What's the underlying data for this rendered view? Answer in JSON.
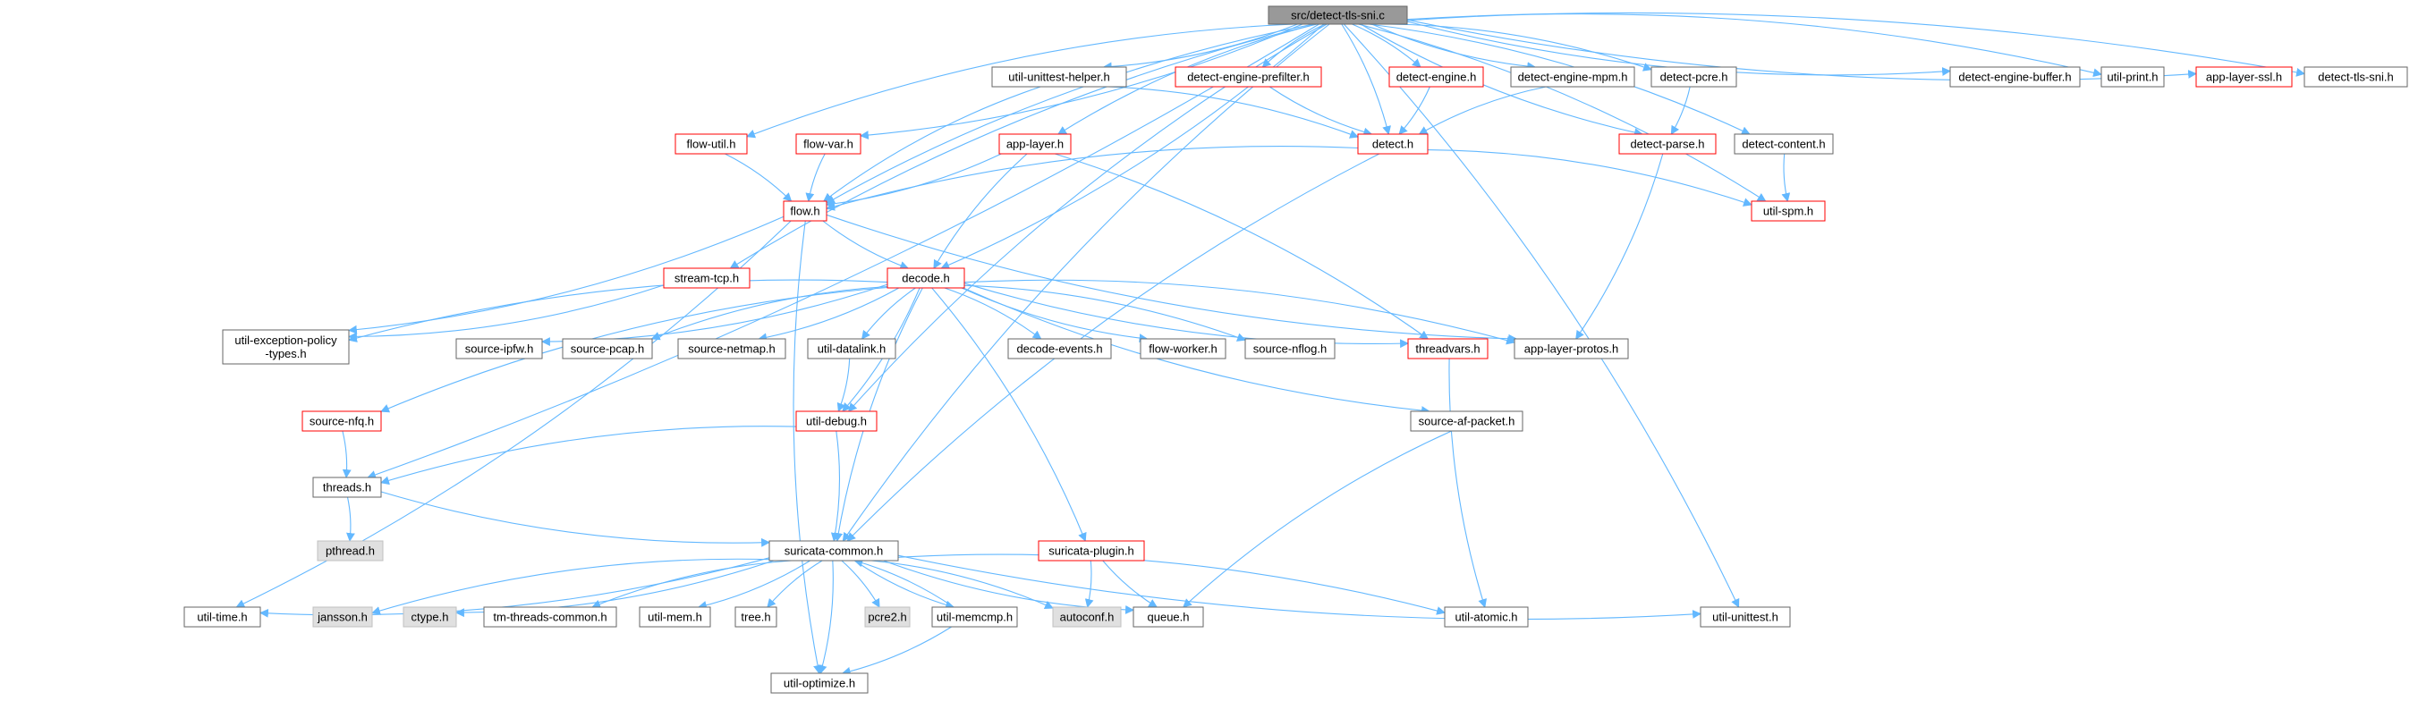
{
  "graph": {
    "root": "src/detect-tls-sni.c",
    "nodes": [
      {
        "id": "root",
        "label": "src/detect-tls-sni.c",
        "style": "root"
      },
      {
        "id": "unittest_helper",
        "label": "util-unittest-helper.h",
        "style": "normal"
      },
      {
        "id": "prefilter",
        "label": "detect-engine-prefilter.h",
        "style": "red"
      },
      {
        "id": "engine",
        "label": "detect-engine.h",
        "style": "red"
      },
      {
        "id": "mpm",
        "label": "detect-engine-mpm.h",
        "style": "normal"
      },
      {
        "id": "pcre",
        "label": "detect-pcre.h",
        "style": "normal"
      },
      {
        "id": "buffer",
        "label": "detect-engine-buffer.h",
        "style": "normal"
      },
      {
        "id": "print",
        "label": "util-print.h",
        "style": "normal"
      },
      {
        "id": "ssl",
        "label": "app-layer-ssl.h",
        "style": "red"
      },
      {
        "id": "tlssni",
        "label": "detect-tls-sni.h",
        "style": "normal"
      },
      {
        "id": "flowutil",
        "label": "flow-util.h",
        "style": "red"
      },
      {
        "id": "flowvar",
        "label": "flow-var.h",
        "style": "red"
      },
      {
        "id": "applayer",
        "label": "app-layer.h",
        "style": "red"
      },
      {
        "id": "detect",
        "label": "detect.h",
        "style": "red"
      },
      {
        "id": "parse",
        "label": "detect-parse.h",
        "style": "red"
      },
      {
        "id": "content",
        "label": "detect-content.h",
        "style": "normal"
      },
      {
        "id": "flow",
        "label": "flow.h",
        "style": "red"
      },
      {
        "id": "spm",
        "label": "util-spm.h",
        "style": "red"
      },
      {
        "id": "streamtcp",
        "label": "stream-tcp.h",
        "style": "red"
      },
      {
        "id": "decode",
        "label": "decode.h",
        "style": "red"
      },
      {
        "id": "exc",
        "label": "util-exception-policy\n-types.h",
        "style": "normal"
      },
      {
        "id": "ipfw",
        "label": "source-ipfw.h",
        "style": "normal"
      },
      {
        "id": "pcap",
        "label": "source-pcap.h",
        "style": "normal"
      },
      {
        "id": "netmap",
        "label": "source-netmap.h",
        "style": "normal"
      },
      {
        "id": "datalink",
        "label": "util-datalink.h",
        "style": "normal"
      },
      {
        "id": "events",
        "label": "decode-events.h",
        "style": "normal"
      },
      {
        "id": "worker",
        "label": "flow-worker.h",
        "style": "normal"
      },
      {
        "id": "nflog",
        "label": "source-nflog.h",
        "style": "normal"
      },
      {
        "id": "threadvars",
        "label": "threadvars.h",
        "style": "red"
      },
      {
        "id": "protos",
        "label": "app-layer-protos.h",
        "style": "normal"
      },
      {
        "id": "nfq",
        "label": "source-nfq.h",
        "style": "red"
      },
      {
        "id": "debug",
        "label": "util-debug.h",
        "style": "red"
      },
      {
        "id": "afpacket",
        "label": "source-af-packet.h",
        "style": "normal"
      },
      {
        "id": "threads",
        "label": "threads.h",
        "style": "normal"
      },
      {
        "id": "pthread",
        "label": "pthread.h",
        "style": "gray"
      },
      {
        "id": "common",
        "label": "suricata-common.h",
        "style": "normal"
      },
      {
        "id": "plugin",
        "label": "suricata-plugin.h",
        "style": "red"
      },
      {
        "id": "utime",
        "label": "util-time.h",
        "style": "normal"
      },
      {
        "id": "jansson",
        "label": "jansson.h",
        "style": "gray"
      },
      {
        "id": "ctype",
        "label": "ctype.h",
        "style": "gray"
      },
      {
        "id": "tmthreads",
        "label": "tm-threads-common.h",
        "style": "normal"
      },
      {
        "id": "umem",
        "label": "util-mem.h",
        "style": "normal"
      },
      {
        "id": "tree",
        "label": "tree.h",
        "style": "normal"
      },
      {
        "id": "pcre2",
        "label": "pcre2.h",
        "style": "gray"
      },
      {
        "id": "memcmp",
        "label": "util-memcmp.h",
        "style": "normal"
      },
      {
        "id": "autoconf",
        "label": "autoconf.h",
        "style": "gray"
      },
      {
        "id": "queue",
        "label": "queue.h",
        "style": "normal"
      },
      {
        "id": "atomic",
        "label": "util-atomic.h",
        "style": "normal"
      },
      {
        "id": "unittest",
        "label": "util-unittest.h",
        "style": "normal"
      },
      {
        "id": "optimize",
        "label": "util-optimize.h",
        "style": "normal"
      }
    ],
    "edges": [
      [
        "root",
        "unittest_helper"
      ],
      [
        "root",
        "prefilter"
      ],
      [
        "root",
        "engine"
      ],
      [
        "root",
        "mpm"
      ],
      [
        "root",
        "pcre"
      ],
      [
        "root",
        "buffer"
      ],
      [
        "root",
        "print"
      ],
      [
        "root",
        "ssl"
      ],
      [
        "root",
        "tlssni"
      ],
      [
        "root",
        "flowutil"
      ],
      [
        "root",
        "flowvar"
      ],
      [
        "root",
        "applayer"
      ],
      [
        "root",
        "detect"
      ],
      [
        "root",
        "parse"
      ],
      [
        "root",
        "content"
      ],
      [
        "root",
        "flow"
      ],
      [
        "root",
        "spm"
      ],
      [
        "root",
        "streamtcp"
      ],
      [
        "root",
        "decode"
      ],
      [
        "root",
        "debug"
      ],
      [
        "root",
        "threads"
      ],
      [
        "root",
        "common"
      ],
      [
        "root",
        "unittest"
      ],
      [
        "unittest_helper",
        "flow"
      ],
      [
        "unittest_helper",
        "detect"
      ],
      [
        "prefilter",
        "detect"
      ],
      [
        "engine",
        "detect"
      ],
      [
        "mpm",
        "detect"
      ],
      [
        "pcre",
        "parse"
      ],
      [
        "content",
        "spm"
      ],
      [
        "flowutil",
        "flow"
      ],
      [
        "flowvar",
        "flow"
      ],
      [
        "applayer",
        "flow"
      ],
      [
        "applayer",
        "decode"
      ],
      [
        "applayer",
        "threadvars"
      ],
      [
        "detect",
        "flow"
      ],
      [
        "detect",
        "spm"
      ],
      [
        "detect",
        "common"
      ],
      [
        "parse",
        "protos"
      ],
      [
        "flow",
        "decode"
      ],
      [
        "flow",
        "exc"
      ],
      [
        "flow",
        "protos"
      ],
      [
        "flow",
        "utime"
      ],
      [
        "flow",
        "optimize"
      ],
      [
        "streamtcp",
        "exc"
      ],
      [
        "decode",
        "exc"
      ],
      [
        "decode",
        "ipfw"
      ],
      [
        "decode",
        "pcap"
      ],
      [
        "decode",
        "netmap"
      ],
      [
        "decode",
        "datalink"
      ],
      [
        "decode",
        "events"
      ],
      [
        "decode",
        "worker"
      ],
      [
        "decode",
        "nflog"
      ],
      [
        "decode",
        "threadvars"
      ],
      [
        "decode",
        "protos"
      ],
      [
        "decode",
        "nfq"
      ],
      [
        "decode",
        "debug"
      ],
      [
        "decode",
        "afpacket"
      ],
      [
        "decode",
        "plugin"
      ],
      [
        "decode",
        "common"
      ],
      [
        "datalink",
        "debug"
      ],
      [
        "threadvars",
        "atomic"
      ],
      [
        "nfq",
        "threads"
      ],
      [
        "debug",
        "threads"
      ],
      [
        "debug",
        "common"
      ],
      [
        "afpacket",
        "queue"
      ],
      [
        "threads",
        "pthread"
      ],
      [
        "threads",
        "common"
      ],
      [
        "plugin",
        "autoconf"
      ],
      [
        "plugin",
        "queue"
      ],
      [
        "common",
        "utime"
      ],
      [
        "common",
        "jansson"
      ],
      [
        "common",
        "ctype"
      ],
      [
        "common",
        "tmthreads"
      ],
      [
        "common",
        "umem"
      ],
      [
        "common",
        "tree"
      ],
      [
        "common",
        "pcre2"
      ],
      [
        "common",
        "memcmp"
      ],
      [
        "common",
        "autoconf"
      ],
      [
        "common",
        "queue"
      ],
      [
        "common",
        "atomic"
      ],
      [
        "common",
        "unittest"
      ],
      [
        "common",
        "optimize"
      ],
      [
        "memcmp",
        "common"
      ],
      [
        "memcmp",
        "optimize"
      ]
    ]
  },
  "colors": {
    "edge": "#63b8ff",
    "red_border": "#ff0000",
    "normal_border": "#666666",
    "root_fill": "#999999",
    "gray_fill": "#e0e0e0"
  }
}
